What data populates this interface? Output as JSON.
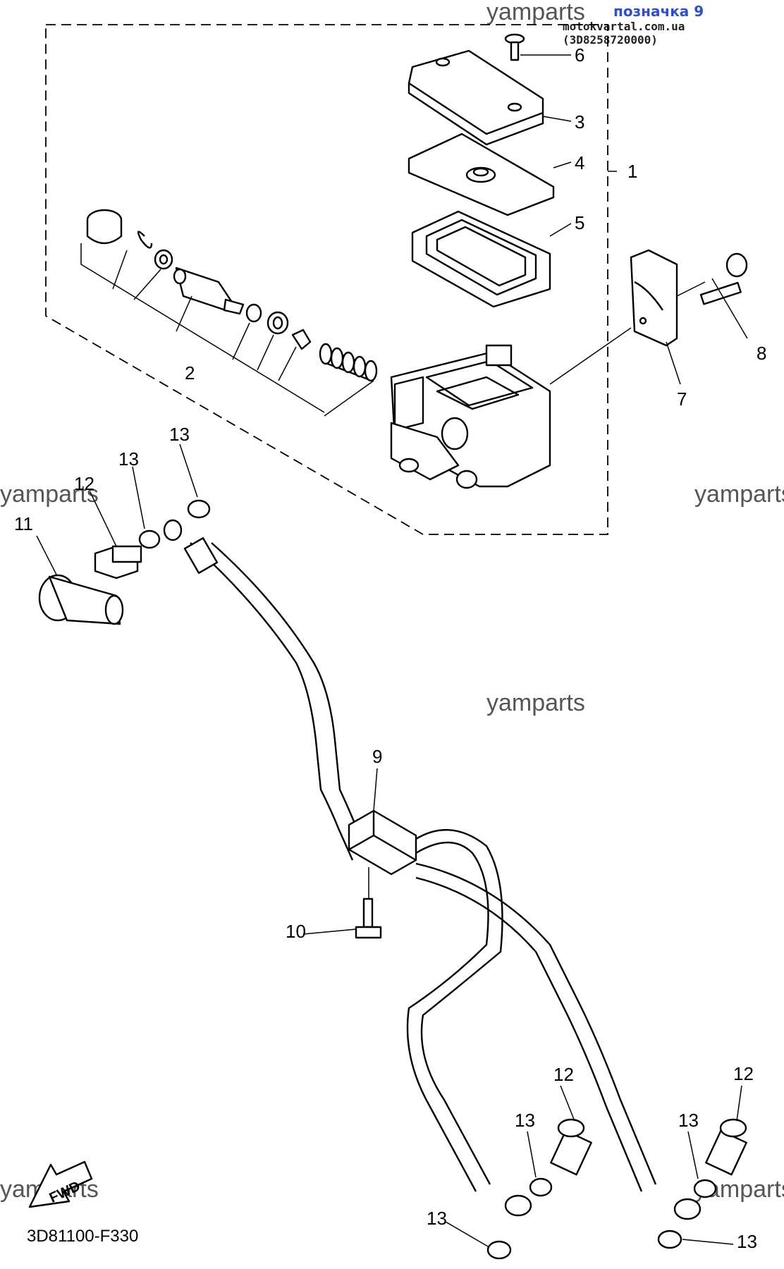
{
  "header": {
    "watermark": "yamparts",
    "part_label": "позначка 9",
    "source": "motokvartal.com.ua (3D8258720000)"
  },
  "watermarks": [
    "yamparts",
    "yamparts",
    "yamparts",
    "yamparts",
    "yamparts",
    "yamparts"
  ],
  "callouts": {
    "c1": "1",
    "c2": "2",
    "c3": "3",
    "c4": "4",
    "c5": "5",
    "c6": "6",
    "c7": "7",
    "c8": "8",
    "c9": "9",
    "c10": "10",
    "c11": "11",
    "c12a": "12",
    "c12b": "12",
    "c12c": "12",
    "c13a": "13",
    "c13b": "13",
    "c13c": "13",
    "c13d": "13",
    "c13e": "13",
    "c13f": "13"
  },
  "fwd_badge": "FWD",
  "diagram_code": "3D81100-F330"
}
